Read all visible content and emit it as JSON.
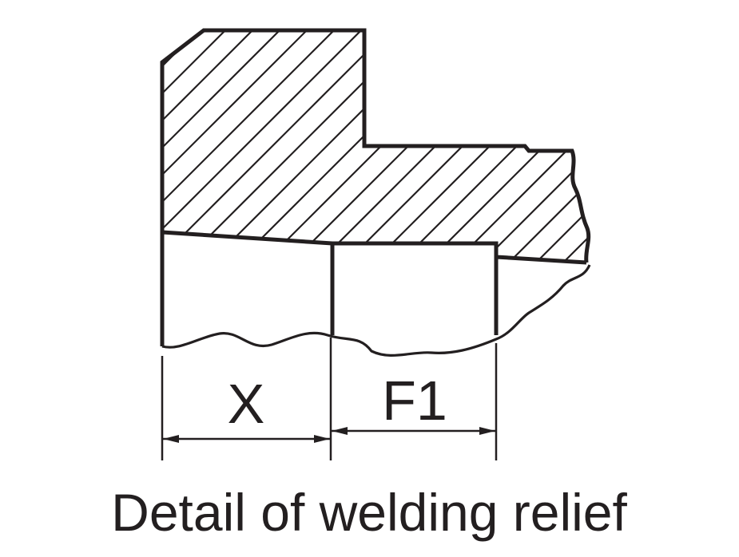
{
  "diagram": {
    "dimension_labels": {
      "x": "X",
      "f1": "F1"
    },
    "caption": "Detail of welding relief",
    "line_color": "#231f20"
  }
}
